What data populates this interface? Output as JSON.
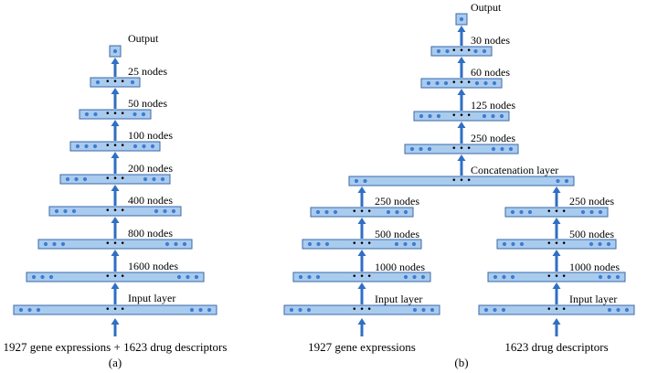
{
  "colors": {
    "layer_fill": "#a9cbee",
    "layer_stroke": "#3a6aa8",
    "node_dot": "#3f7bd1",
    "arrow": "#2f6fc4",
    "text": "#000000"
  },
  "diagram_a": {
    "caption": "(a)",
    "input_caption": "1927 gene expressions + 1623 drug descriptors",
    "output_label": "Output",
    "layer_labels": [
      "Input layer",
      "1600 nodes",
      "800 nodes",
      "400 nodes",
      "200 nodes",
      "100 nodes",
      "50 nodes",
      "25 nodes"
    ]
  },
  "diagram_b": {
    "caption": "(b)",
    "output_label": "Output",
    "top_labels": [
      "Concatenation layer",
      "250 nodes",
      "125 nodes",
      "60 nodes",
      "30 nodes"
    ],
    "left_branch": {
      "input_caption": "1927 gene expressions",
      "layer_labels": [
        "Input layer",
        "1000 nodes",
        "500 nodes",
        "250 nodes"
      ]
    },
    "right_branch": {
      "input_caption": "1623 drug descriptors",
      "layer_labels": [
        "Input layer",
        "1000 nodes",
        "500 nodes",
        "250 nodes"
      ]
    }
  },
  "ellipsis": "• • •"
}
